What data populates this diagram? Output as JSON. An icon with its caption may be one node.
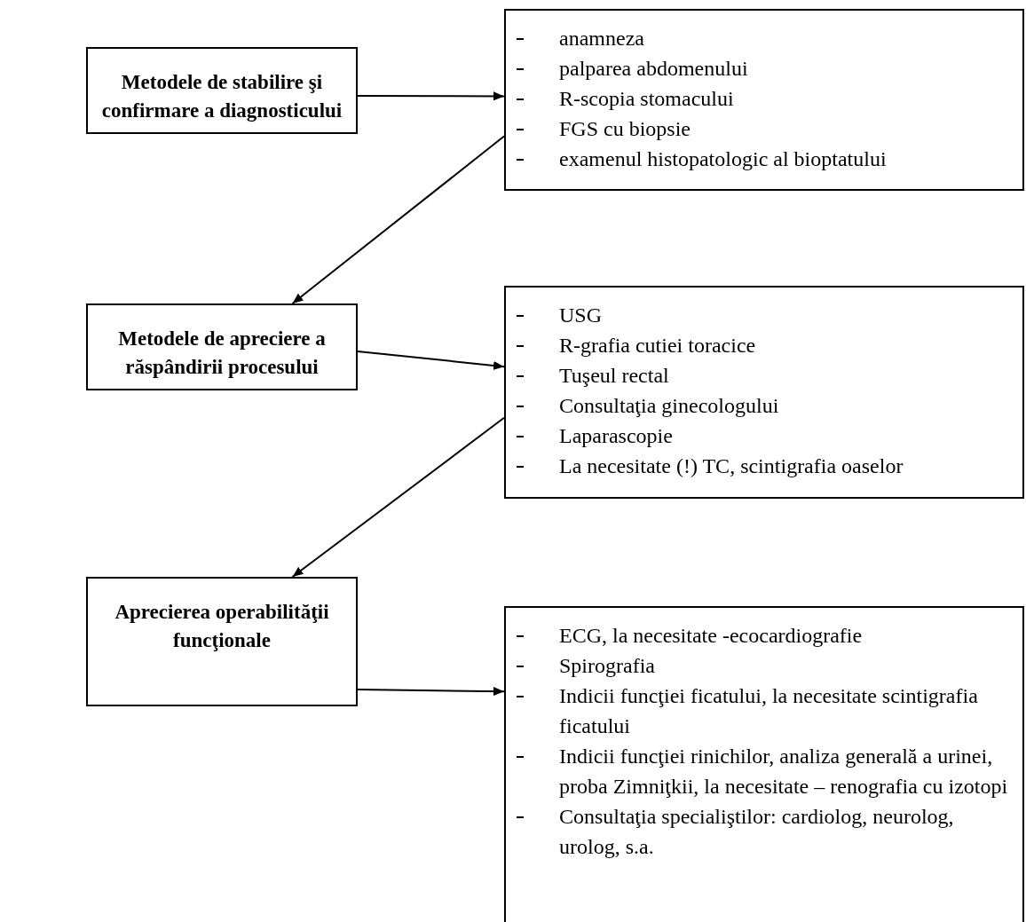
{
  "diagram": {
    "nodes": [
      {
        "text": [
          "Metodele de stabilire şi confirmare a diagnosticului"
        ]
      },
      {
        "text": [
          "anamneza",
          "palparea abdomenului",
          "R-scopia stomacului",
          "FGS cu biopsie",
          "examenul histopatologic al bioptatului"
        ]
      },
      {
        "text": [
          "Metodele de apreciere a răspândirii procesului"
        ]
      },
      {
        "text": [
          "USG",
          "R-grafia cutiei toracice",
          "Tuşeul rectal",
          "Consultaţia ginecologului",
          "Laparascopie",
          "La necesitate (!) TC, scintigrafia oaselor"
        ]
      },
      {
        "text": [
          "Aprecierea operabilităţii funcţionale"
        ]
      },
      {
        "text": [
          "ECG, la necesitate -ecocardiografie",
          "Spirografia",
          "Indicii funcţiei ficatului, la necesitate scintigrafia ficatului",
          "Indicii funcţiei rinichilor, analiza generală a urinei, proba Zimniţkii, la necesitate – renografia cu  izotopi",
          "Consultaţia specialiştilor: cardiolog, neurolog, urolog, s.a."
        ]
      }
    ],
    "edges": [
      {
        "from": 0,
        "to": 1,
        "arrow": "to"
      },
      {
        "from": 1,
        "to": 2,
        "arrow": "to"
      },
      {
        "from": 2,
        "to": 3,
        "arrow": "to"
      },
      {
        "from": 3,
        "to": 4,
        "arrow": "to"
      },
      {
        "from": 4,
        "to": 5,
        "arrow": "to"
      }
    ]
  }
}
